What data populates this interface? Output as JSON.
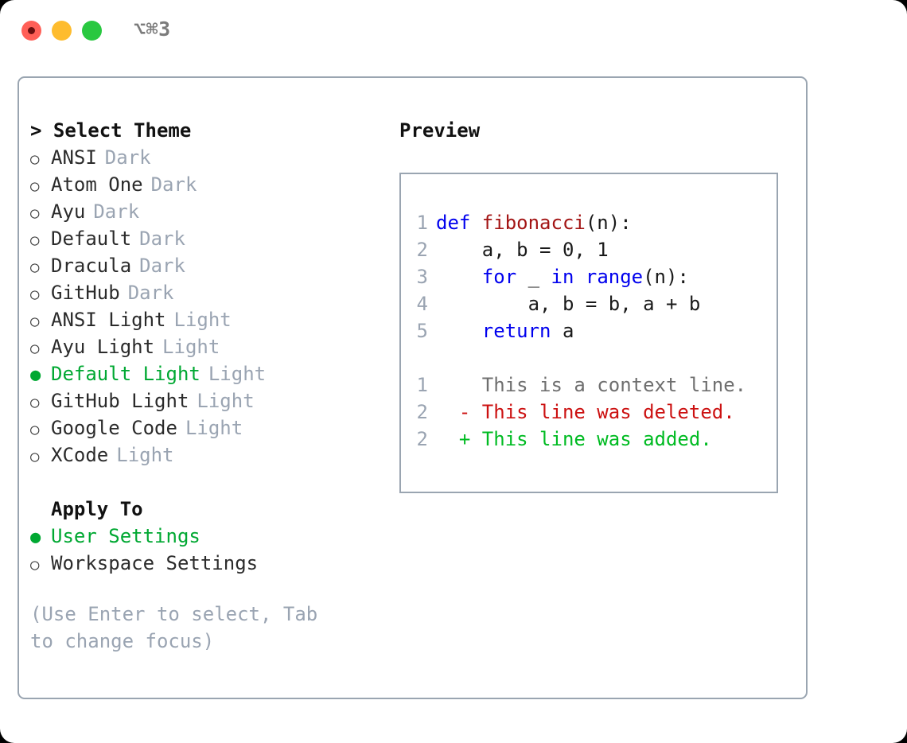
{
  "window": {
    "traffic_lights": [
      "close-red",
      "minimize-yellow",
      "maximize-green"
    ],
    "shortcut_label": "⌥⌘3"
  },
  "left_pane": {
    "heading": "> Select Theme",
    "bullet_unselected": "○",
    "bullet_selected": "●",
    "themes": [
      {
        "name": "ANSI",
        "tag": "Dark",
        "selected": false
      },
      {
        "name": "Atom One",
        "tag": "Dark",
        "selected": false
      },
      {
        "name": "Ayu",
        "tag": "Dark",
        "selected": false
      },
      {
        "name": "Default",
        "tag": "Dark",
        "selected": false
      },
      {
        "name": "Dracula",
        "tag": "Dark",
        "selected": false
      },
      {
        "name": "GitHub",
        "tag": "Dark",
        "selected": false
      },
      {
        "name": "ANSI Light",
        "tag": "Light",
        "selected": false
      },
      {
        "name": "Ayu Light",
        "tag": "Light",
        "selected": false
      },
      {
        "name": "Default Light",
        "tag": "Light",
        "selected": true
      },
      {
        "name": "GitHub Light",
        "tag": "Light",
        "selected": false
      },
      {
        "name": "Google Code",
        "tag": "Light",
        "selected": false
      },
      {
        "name": "XCode",
        "tag": "Light",
        "selected": false
      }
    ],
    "apply_to_label": "Apply To",
    "apply_to_options": [
      {
        "name": "User Settings",
        "selected": true
      },
      {
        "name": "Workspace Settings",
        "selected": false
      }
    ],
    "hint": "(Use Enter to select, Tab to change focus)"
  },
  "right_pane": {
    "title": "Preview",
    "code_lines": [
      {
        "no": "1",
        "tokens": [
          {
            "t": "def ",
            "c": "kw"
          },
          {
            "t": "fibonacci",
            "c": "fn"
          },
          {
            "t": "(n):",
            "c": "plain"
          }
        ]
      },
      {
        "no": "2",
        "tokens": [
          {
            "t": "    a, b = 0, 1",
            "c": "plain"
          }
        ]
      },
      {
        "no": "3",
        "tokens": [
          {
            "t": "    ",
            "c": "plain"
          },
          {
            "t": "for",
            "c": "kw"
          },
          {
            "t": " _ ",
            "c": "plain"
          },
          {
            "t": "in range",
            "c": "kw"
          },
          {
            "t": "(n):",
            "c": "plain"
          }
        ]
      },
      {
        "no": "4",
        "tokens": [
          {
            "t": "        a, b = b, a + b",
            "c": "plain"
          }
        ]
      },
      {
        "no": "5",
        "tokens": [
          {
            "t": "    ",
            "c": "plain"
          },
          {
            "t": "return",
            "c": "kw"
          },
          {
            "t": " a",
            "c": "plain"
          }
        ]
      }
    ],
    "diff_lines": [
      {
        "no": "1",
        "marker": "  ",
        "text": "This is a context line.",
        "kind": "ctx"
      },
      {
        "no": "2",
        "marker": "- ",
        "text": "This line was deleted.",
        "kind": "del"
      },
      {
        "no": "2",
        "marker": "+ ",
        "text": "This line was added.",
        "kind": "add"
      }
    ]
  },
  "colors": {
    "accent_green": "#00a832",
    "muted": "#9aa4b2",
    "border": "#9aa5b1",
    "keyword_blue": "#0000ee",
    "function_red": "#a31515",
    "diff_delete": "#cc1111",
    "diff_add": "#00bb22"
  }
}
